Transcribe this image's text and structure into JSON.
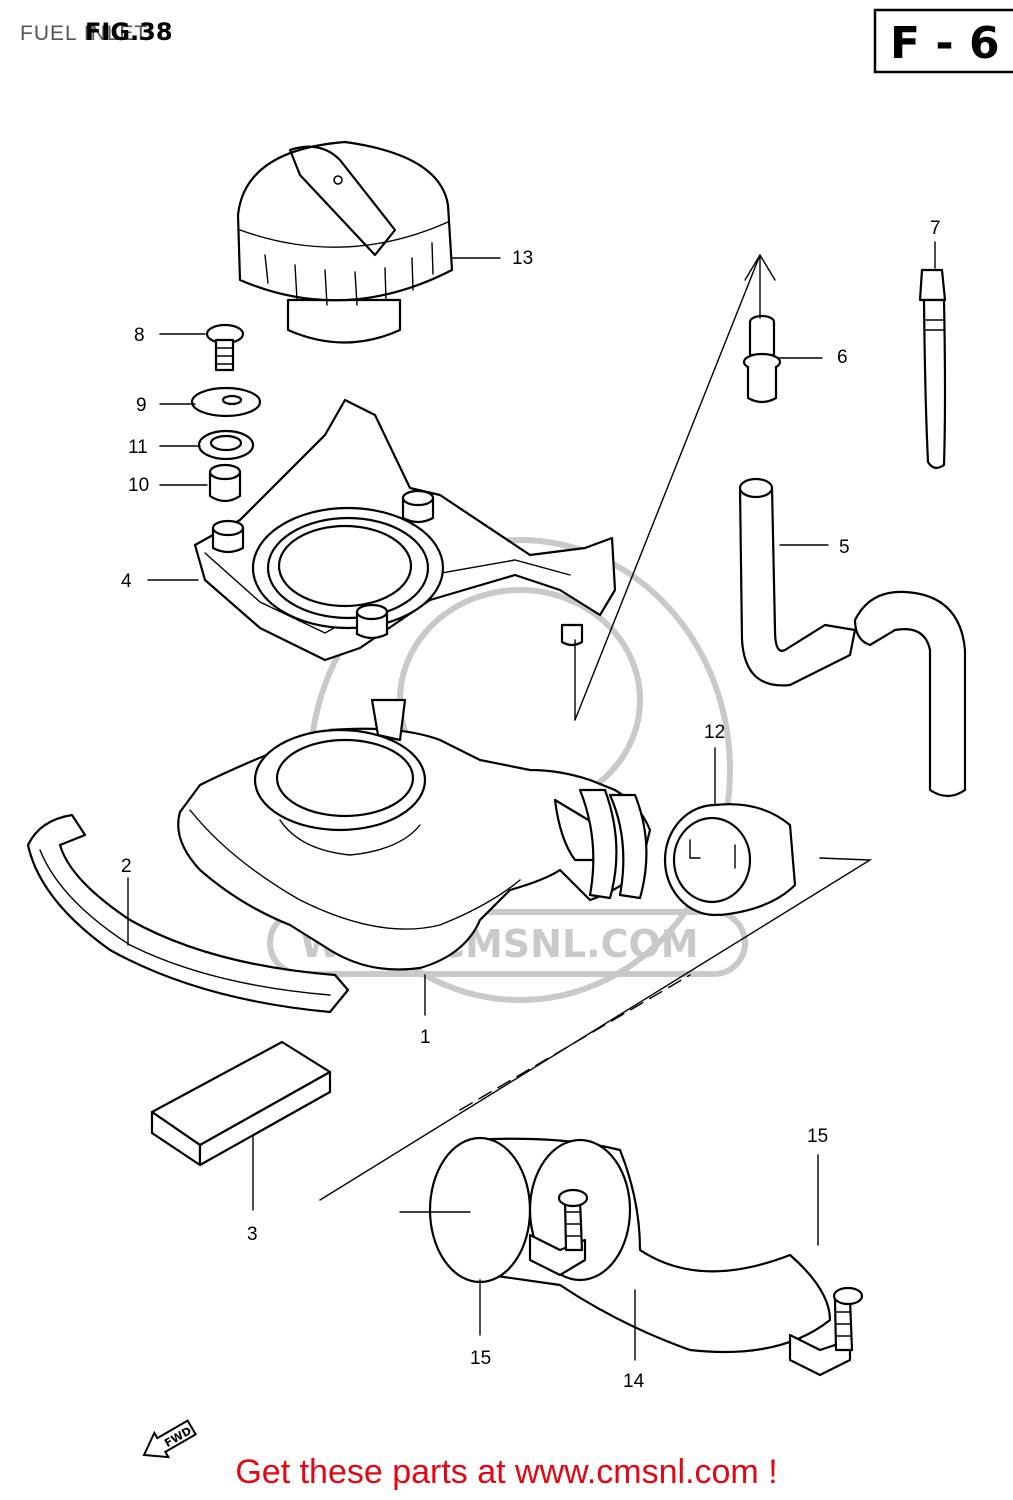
{
  "header": {
    "section_title": "FUEL INLET",
    "figure_number": "FIG.38",
    "sheet_code": "F - 6"
  },
  "watermark": {
    "text": "WWW.CMSNL.COM"
  },
  "callouts": [
    {
      "number": "1"
    },
    {
      "number": "2"
    },
    {
      "number": "3"
    },
    {
      "number": "4"
    },
    {
      "number": "5"
    },
    {
      "number": "6"
    },
    {
      "number": "7"
    },
    {
      "number": "8"
    },
    {
      "number": "9"
    },
    {
      "number": "10"
    },
    {
      "number": "11"
    },
    {
      "number": "12"
    },
    {
      "number": "13"
    },
    {
      "number": "14"
    },
    {
      "number": "15"
    },
    {
      "number": "15"
    }
  ],
  "orientation_arrow": {
    "label": "FWD"
  },
  "footer": {
    "text": "Get these parts at www.cmsnl.com !",
    "color": "#e30613"
  }
}
